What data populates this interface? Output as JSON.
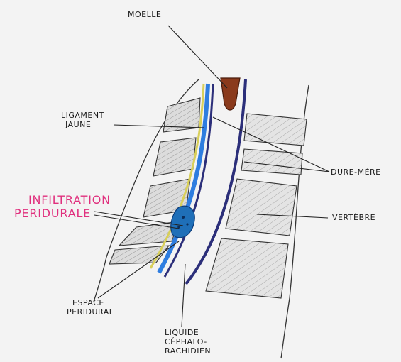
{
  "labels": {
    "moelle": "MOELLE",
    "ligament_jaune": [
      "LIGAMENT",
      "JAUNE"
    ],
    "dure_mere": "DURE-MÈRE",
    "infiltration_peridurale": [
      "INFILTRATION",
      "PERIDURALE"
    ],
    "vertebre": "VERTÈBRE",
    "espace_peridural": [
      "ESPACE",
      "PERIDURAL"
    ],
    "liquide_cephalo_rachidien": [
      "LIQUIDE",
      "CÉPHALO-",
      "RACHIDIEN"
    ]
  },
  "colors": {
    "dura": "#2c2f7a",
    "peridural_space": "#2e7de0",
    "ligament": "#d8cf5a",
    "spinal_cord": "#8a3a1c",
    "infiltration": "#1f6fb8",
    "highlight_label": "#e0307e",
    "bone_fill": "#d9d9d9",
    "outline": "#333333"
  }
}
